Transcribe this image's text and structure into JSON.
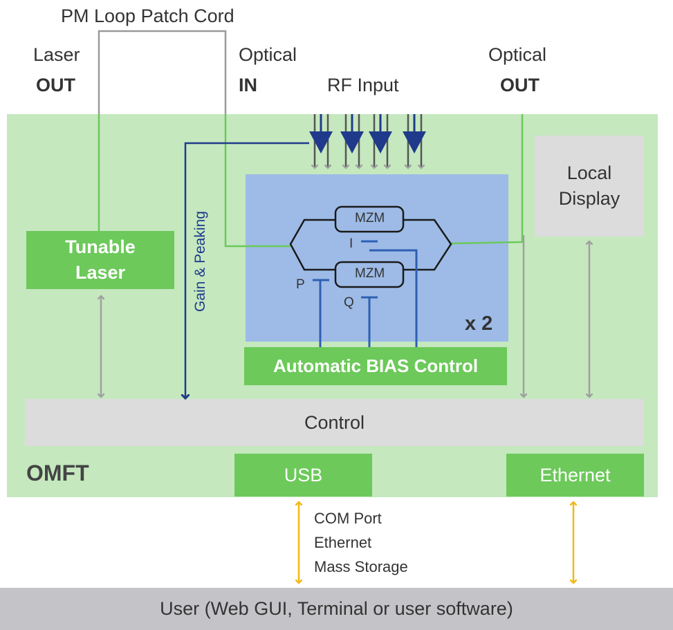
{
  "labels": {
    "patch_cord": "PM Loop Patch Cord",
    "laser_out_1": "Laser",
    "laser_out_2": "OUT",
    "optical_in_1": "Optical",
    "optical_in_2": "IN",
    "rf_input": "RF Input",
    "optical_out_1": "Optical",
    "optical_out_2": "OUT",
    "gain_peaking": "Gain & Peaking",
    "mzm_top": "MZM",
    "mzm_bottom": "MZM",
    "bias_i": "I",
    "bias_p": "P",
    "bias_q": "Q",
    "multiplier": "x 2",
    "omft": "OMFT",
    "protocols": [
      "COM Port",
      "Ethernet",
      "Mass Storage"
    ]
  },
  "blocks": {
    "tunable_laser_1": "Tunable",
    "tunable_laser_2": "Laser",
    "local_display_1": "Local",
    "local_display_2": "Display",
    "abc": "Automatic BIAS Control",
    "control": "Control",
    "usb": "USB",
    "ethernet": "Ethernet",
    "user": "User (Web GUI, Terminal or user software)"
  },
  "colors": {
    "board": "#c5e8bf",
    "green_block": "#6cc95a",
    "modulator_bg": "#9dbbe6",
    "grey_block": "#dcdcdc",
    "user_bar": "#c4c4c8",
    "fiber_green": "#6cc95a",
    "patch_grey": "#9a9a9a",
    "rf_navy": "#1f3a8a",
    "bias_blue": "#2e5fb3",
    "arrow_grey": "#a0a0a0",
    "arrow_yellow": "#f2b817"
  }
}
